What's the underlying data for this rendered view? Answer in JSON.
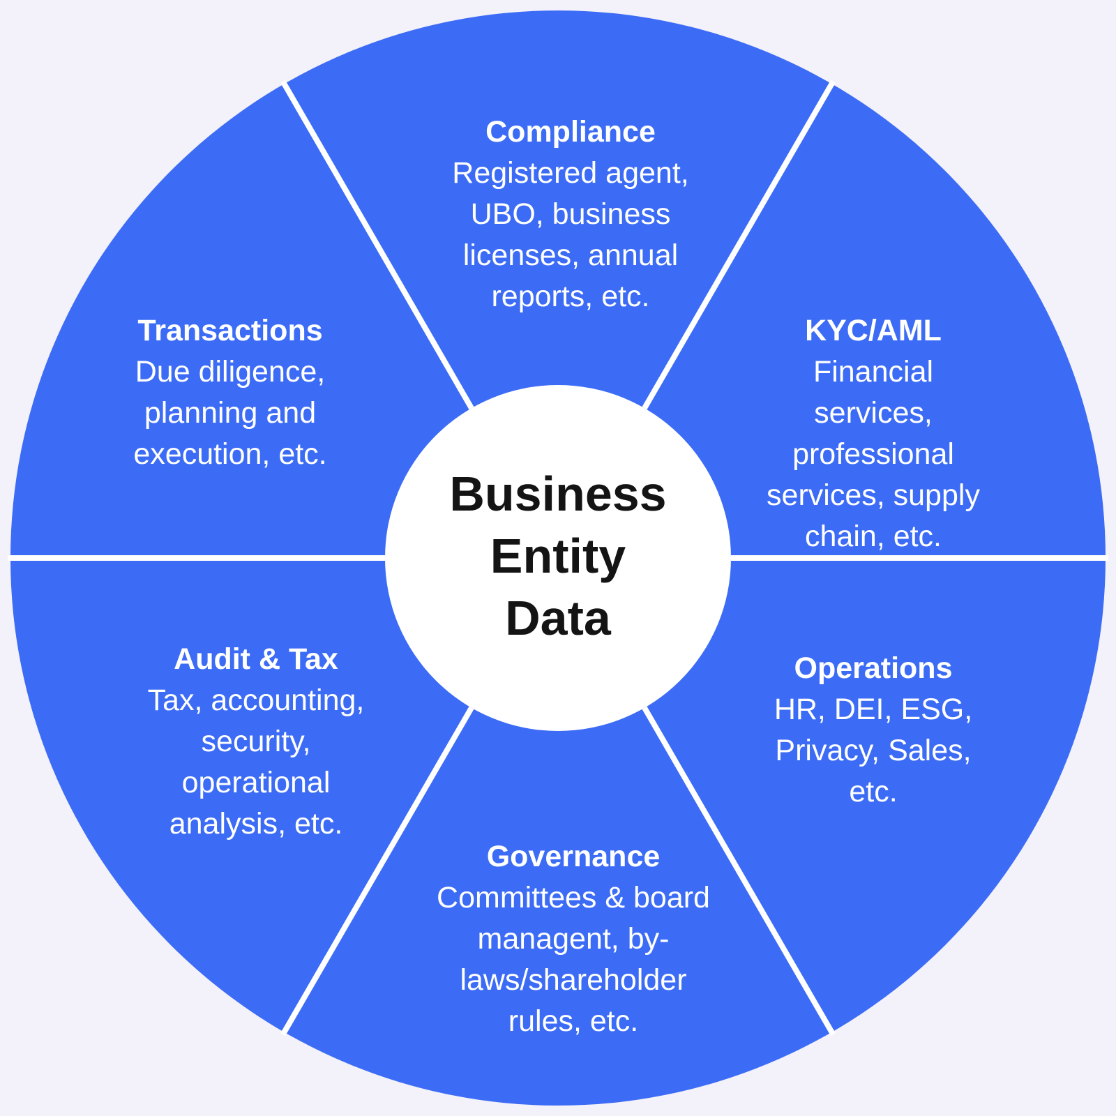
{
  "colors": {
    "background": "#f3f1f9",
    "segment": "#3c6cf6",
    "divider": "#ffffff",
    "center_fill": "#ffffff",
    "center_text": "#141414",
    "segment_text": "#ffffff"
  },
  "center": {
    "label": "Business\nEntity\nData"
  },
  "segments": [
    {
      "title": "Compliance",
      "description": "Registered agent,\nUBO, business\nlicenses, annual\nreports, etc."
    },
    {
      "title": "KYC/AML",
      "description": "Financial services,\nprofessional\nservices, supply\nchain, etc."
    },
    {
      "title": "Operations",
      "description": "HR, DEI, ESG,\nPrivacy, Sales, etc."
    },
    {
      "title": "Governance",
      "description": "Committees & board\nmanagent, by-\nlaws/shareholder\nrules, etc."
    },
    {
      "title": "Audit & Tax",
      "description": "Tax, accounting,\nsecurity,\noperational\nanalysis, etc."
    },
    {
      "title": "Transactions",
      "description": "Due diligence,\nplanning and\nexecution, etc."
    }
  ]
}
